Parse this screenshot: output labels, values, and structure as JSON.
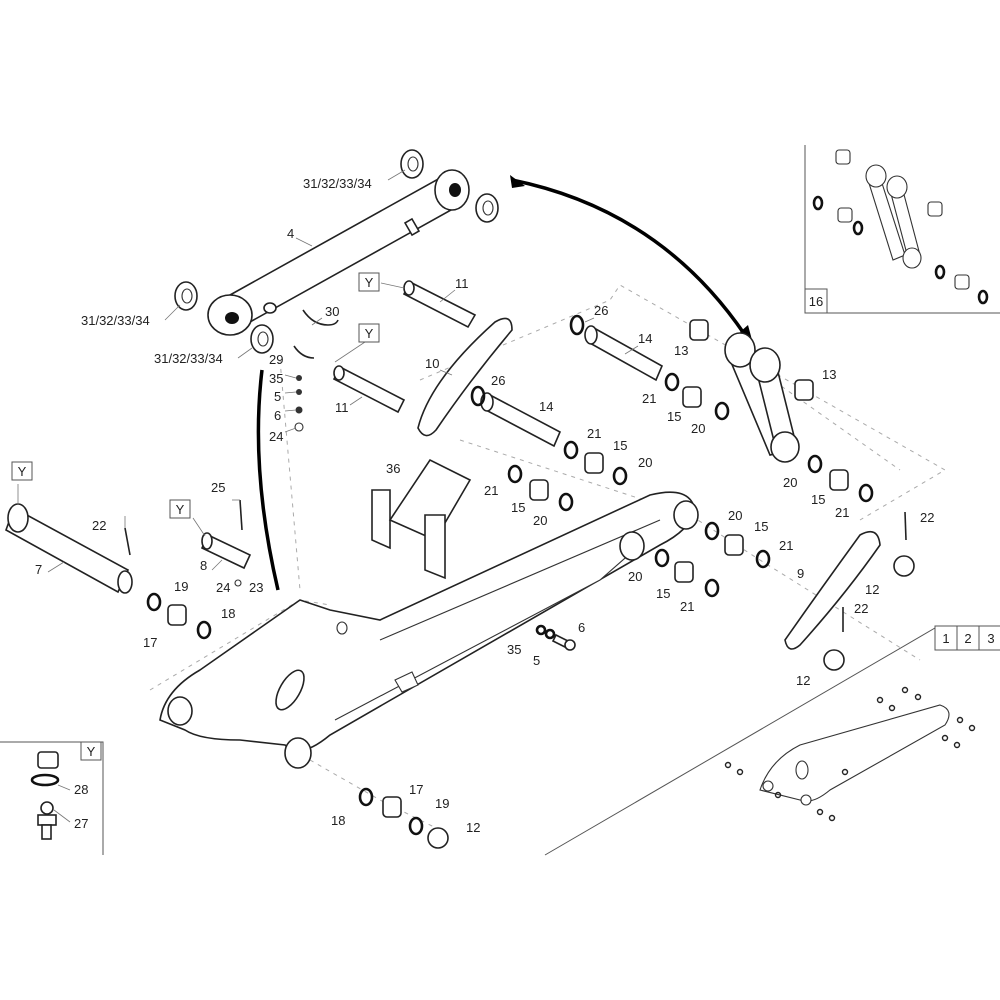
{
  "title": "Boom assembly exploded parts diagram",
  "callouts": [
    "31/32/33/34",
    "4",
    "31/32/33/34",
    "31/32/33/34",
    "11",
    "30",
    "29",
    "35",
    "5",
    "6",
    "24",
    "11",
    "10",
    "26",
    "14",
    "13",
    "26",
    "14",
    "21",
    "15",
    "20",
    "13",
    "21",
    "15",
    "20",
    "21",
    "15",
    "20",
    "20",
    "15",
    "21",
    "36",
    "25",
    "22",
    "7",
    "8",
    "24",
    "23",
    "19",
    "18",
    "17",
    "20",
    "15",
    "21",
    "20",
    "15",
    "21",
    "6",
    "35",
    "5",
    "22",
    "12",
    "9",
    "22",
    "12",
    "28",
    "27",
    "18",
    "17",
    "19",
    "12"
  ],
  "boxes": {
    "y_ref": "Y",
    "inset_number": "16",
    "view_tabs": [
      "1",
      "2",
      "3"
    ]
  }
}
